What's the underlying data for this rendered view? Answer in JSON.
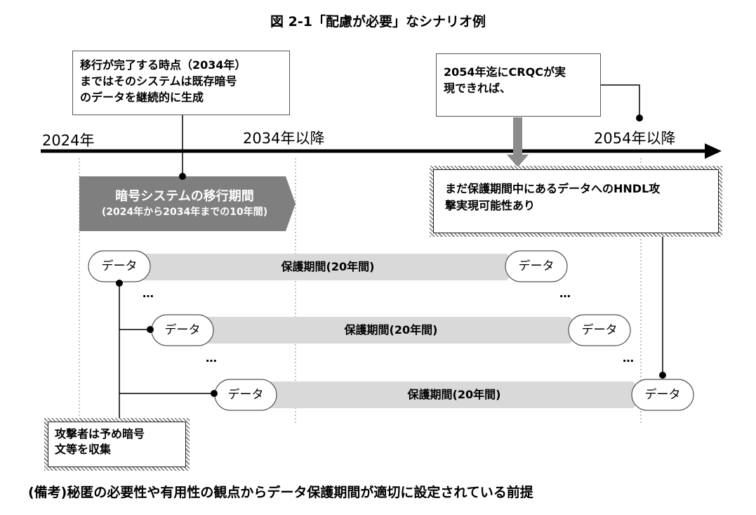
{
  "title": "図 2-1「配慮が必要」なシナリオ例",
  "years": {
    "start": "2024年",
    "mid": "2034年以降",
    "end": "2054年以降"
  },
  "callouts": {
    "migration_complete": [
      "移行が完了する時点（2034年）",
      "まではそのシステムは既存暗号",
      "のデータを継続的に生成"
    ],
    "crqc": [
      "2054年迄にCRQCが実",
      "現できれば、"
    ],
    "hndl": [
      "まだ保護期間中にあるデータへのHNDL攻",
      "撃実現可能性あり"
    ],
    "attacker": [
      "攻撃者は予め暗号",
      "文等を収集"
    ]
  },
  "migration_period": {
    "title": "暗号システムの移行期間",
    "subtitle": "(2024年から2034年までの10年間)"
  },
  "data_rows": [
    {
      "start_label": "データ",
      "band_label": "保護期間(20年間)",
      "end_label": "データ"
    },
    {
      "start_label": "データ",
      "band_label": "保護期間(20年間)",
      "end_label": "データ"
    },
    {
      "start_label": "データ",
      "band_label": "保護期間(20年間)",
      "end_label": "データ"
    }
  ],
  "ellipsis": "…",
  "note": "(備考)秘匿の必要性や有用性の観点からデータ保護期間が適切に設定されている前提",
  "colors": {
    "timeline": "#000000",
    "period_fill": "#7f7f7f",
    "band_fill": "#d9d9d9",
    "down_arrow": "#8c8c8c"
  }
}
